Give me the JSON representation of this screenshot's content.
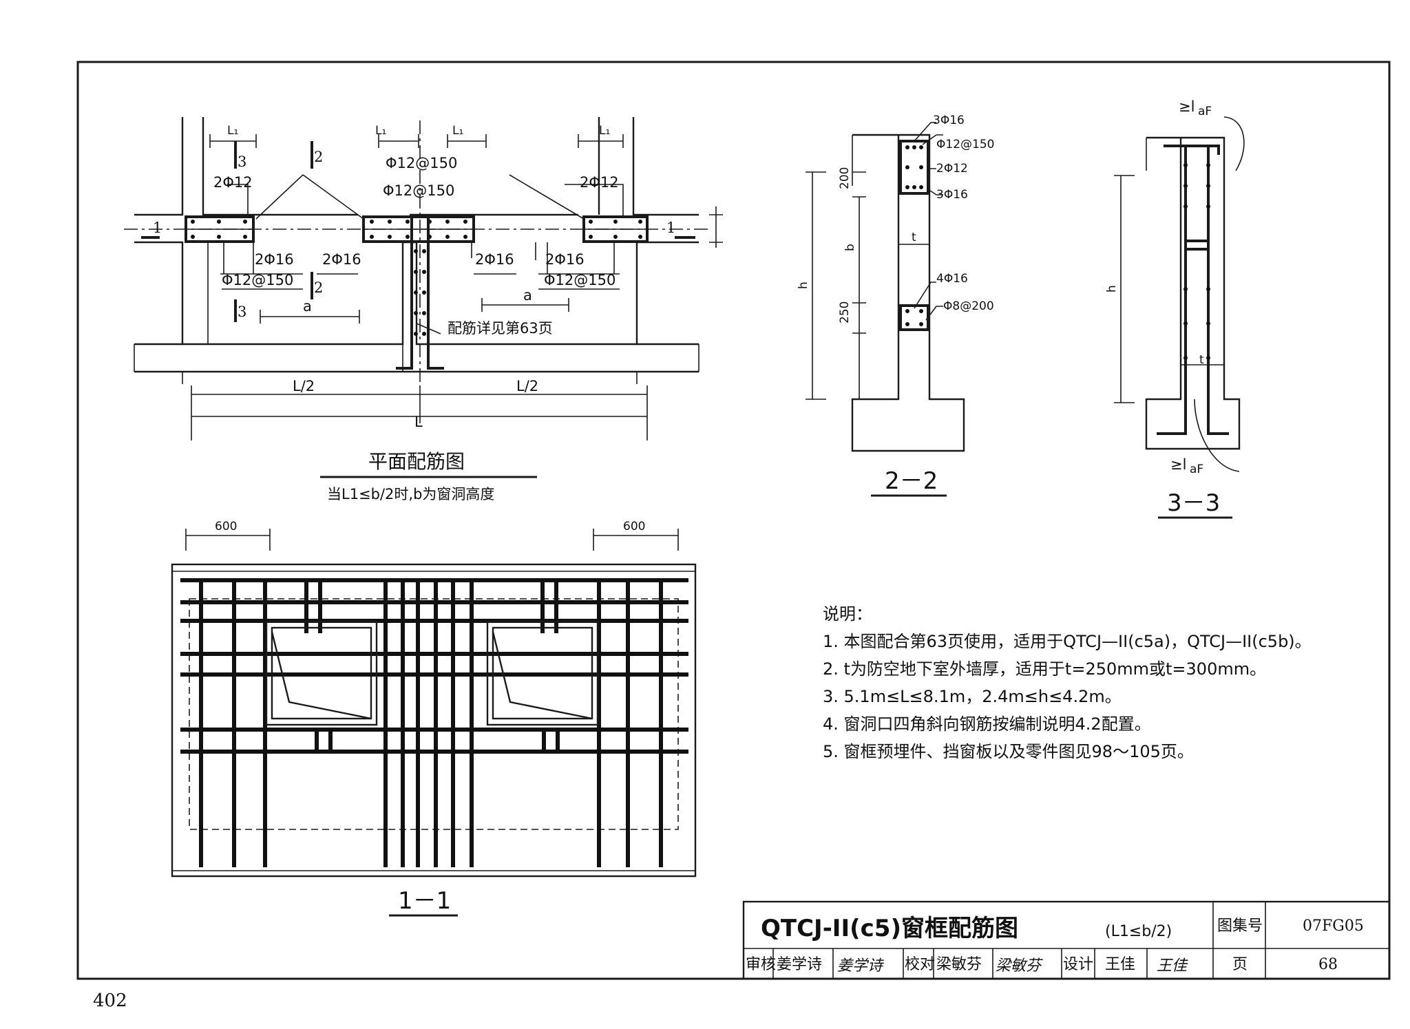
{
  "page_number": "402",
  "plan": {
    "labels": {
      "l1": "L₁",
      "s3": "3",
      "s2": "2",
      "s1": "1",
      "phi12_150": "Φ12@150",
      "two_phi12": "2Φ12",
      "two_phi16": "2Φ16",
      "a": "a",
      "detail_note": "配筋详见第63页",
      "half_L": "L/2",
      "L": "L"
    },
    "title": "平面配筋图",
    "subtitle": "当L1≤b/2时,b为窗洞高度"
  },
  "section_22": {
    "labels": {
      "top_bars": "3Φ16",
      "stirrup_top": "Φ12@150",
      "mid_bars": "2Φ12",
      "bot_bars_top": "3Φ16",
      "bot_bars": "4Φ16",
      "stirrup_bot": "Φ8@200",
      "dim_200": "200",
      "dim_250": "250",
      "b": "b",
      "h": "h",
      "t": "t"
    },
    "title": "2－2"
  },
  "section_33": {
    "labels": {
      "anchor_top": "≥l",
      "anchor_sub": "aF",
      "h": "h",
      "t": "t"
    },
    "title": "3－3"
  },
  "elevation_11": {
    "labels": {
      "dim_600": "600"
    },
    "title": "1－1"
  },
  "notes": {
    "heading": "说明：",
    "items": [
      "1. 本图配合第63页使用，适用于QTCJ—II(c5a)，QTCJ—II(c5b)。",
      "2. t为防空地下室外墙厚，适用于t=250mm或t=300mm。",
      "3. 5.1m≤L≤8.1m，2.4m≤h≤4.2m。",
      "4. 窗洞口四角斜向钢筋按编制说明4.2配置。",
      "5. 窗框预埋件、挡窗板以及零件图见98～105页。"
    ]
  },
  "title_block": {
    "drawing_title": "QTCJ-II(c5)窗框配筋图",
    "drawing_title_suffix": "(L1≤b/2)",
    "atlas_label": "图集号",
    "atlas_no": "07FG05",
    "review_label": "审核",
    "reviewer": "姜学诗",
    "reviewer_sig": "姜学诗",
    "check_label": "校对",
    "checker": "梁敏芬",
    "checker_sig": "梁敏芬",
    "design_label": "设计",
    "designer": "王佳",
    "designer_sig": "王佳",
    "page_label": "页",
    "page_no": "68"
  }
}
